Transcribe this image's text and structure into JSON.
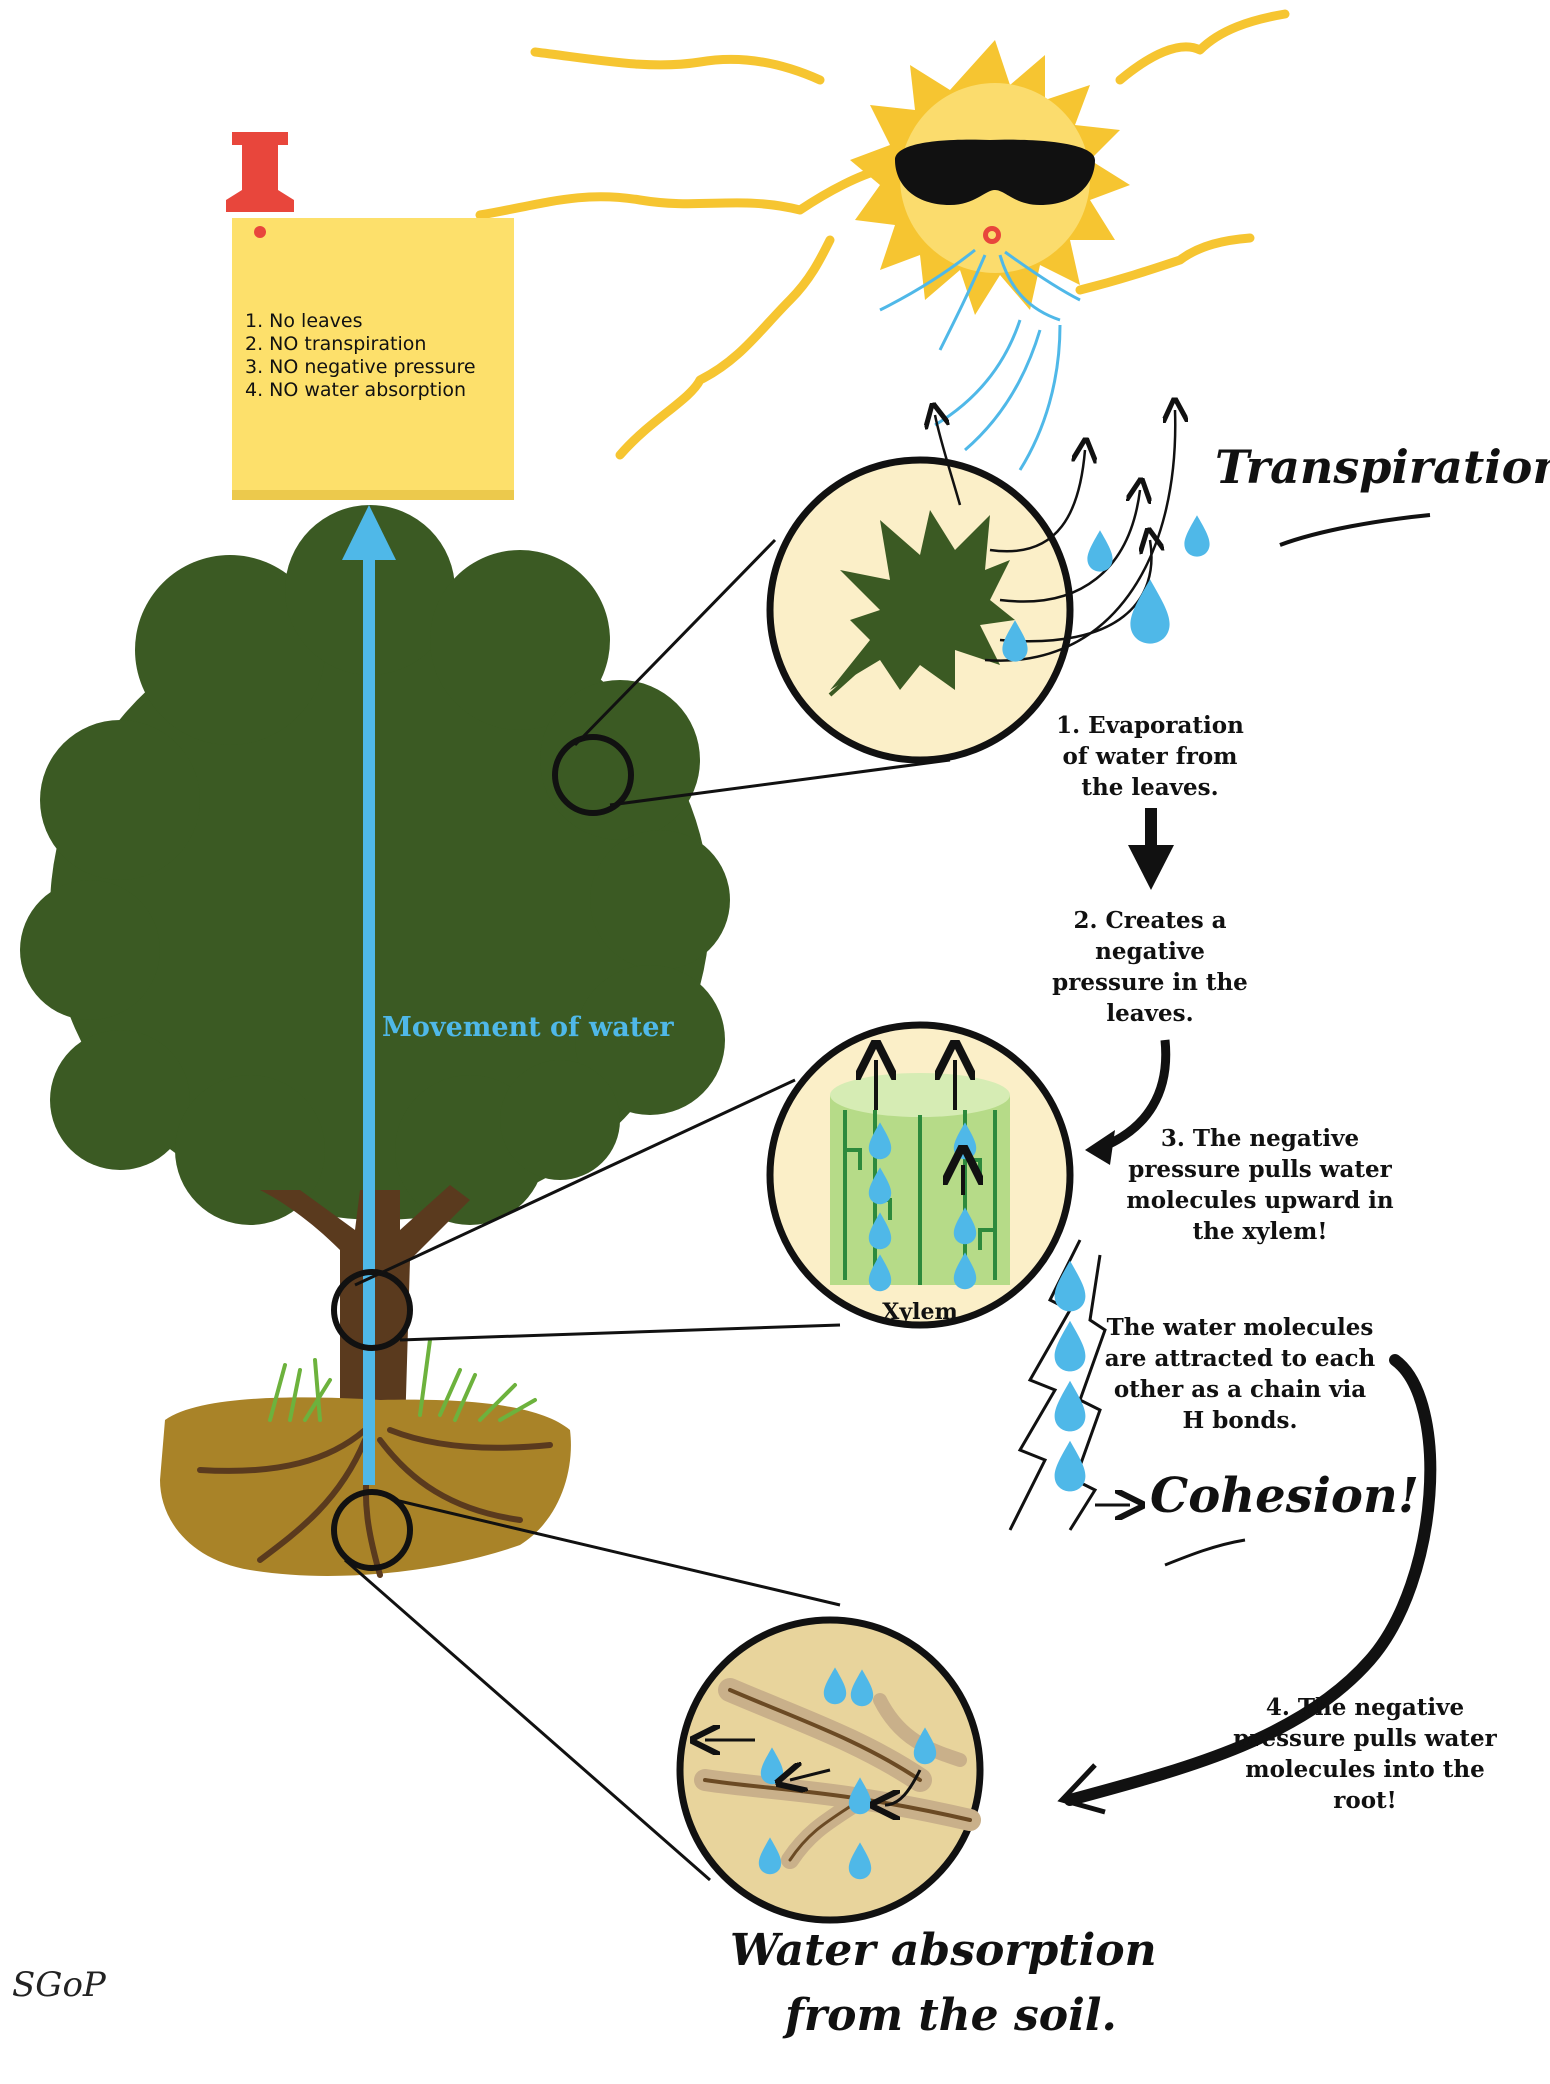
{
  "note": {
    "items": [
      "1. No leaves",
      "2. NO transpiration",
      "3. NO negative pressure",
      "4. NO water absorption"
    ]
  },
  "labels": {
    "transpiration": "Transpiration!",
    "movement": "Movement of water",
    "xylem": "Xylem",
    "cohesion": "Cohesion!",
    "absorption_line1": "Water absorption",
    "absorption_line2": "from the soil.",
    "signature": "SGoP"
  },
  "steps": {
    "step1": "1. Evaporation\nof water from\nthe leaves.",
    "step2": "2. Creates a\nnegative\npressure in the\nleaves.",
    "step3": "3. The negative\npressure pulls water\nmolecules upward in\nthe xylem!",
    "cohesion_text": "The water molecules\nare attracted to each\nother as a chain via\nH bonds.",
    "step4": "4. The negative\npressure pulls water\nmolecules into the\nroot!"
  },
  "colors": {
    "water": "#4fb8e8",
    "leaf": "#3b5a23",
    "sun": "#f6c531",
    "note": "#fde06b",
    "pin": "#e8463c",
    "soil": "#a98328",
    "circle_fill": "#fbefc8"
  }
}
